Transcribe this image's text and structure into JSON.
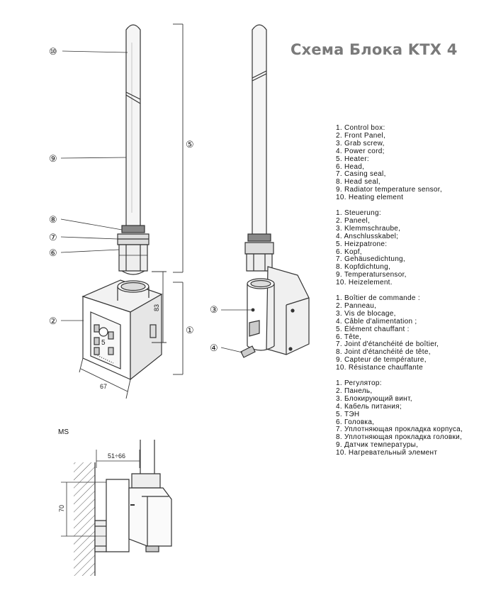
{
  "title": "Схема Блока KTX 4",
  "callouts": [
    "⑩",
    "⑨",
    "⑧",
    "⑦",
    "⑥",
    "②",
    "⑤",
    "①",
    "③",
    "④"
  ],
  "dimensions": {
    "height": "83",
    "width": "67",
    "ms_height": "70",
    "ms_range": "51÷66"
  },
  "ms_label": "MS",
  "panel_digit": "5",
  "legend": {
    "en": [
      "1. Control box:",
      "2. Front Panel,",
      "3. Grab screw,",
      "4. Power cord;",
      "5. Heater:",
      "6. Head,",
      "7. Casing seal,",
      "8. Head seal,",
      "9. Radiator temperature sensor,",
      "10. Heating element"
    ],
    "de": [
      "1. Steuerung:",
      "2. Paneel,",
      "3. Klemmschraube,",
      "4. Anschlusskabel;",
      "5. Heizpatrone:",
      "6. Kopf,",
      "7. Gehäusedichtung,",
      "8. Kopfdichtung,",
      "9. Temperatursensor,",
      "10. Heizelement."
    ],
    "fr": [
      "1. Boîtier de commande :",
      "2. Panneau,",
      "3. Vis de blocage,",
      "4. Câble d'alimentation ;",
      "5. Élément chauffant :",
      "6. Tête,",
      "7. Joint d'étanchéité de boîtier,",
      "8. Joint d'étanchéité de tête,",
      "9. Capteur de température,",
      "10. Résistance chauffante"
    ],
    "ru": [
      "1. Регулятор:",
      "2. Панель,",
      "3. Блокирующий винт,",
      "4. Кабель питания;",
      "5. ТЭН",
      "6. Головка,",
      "7. Уплотняющая прокладка корпуса,",
      "8. Уплотняющая прокладка головки,",
      "9. Датчик температуры,",
      "10. Нагревательный элемент"
    ]
  }
}
